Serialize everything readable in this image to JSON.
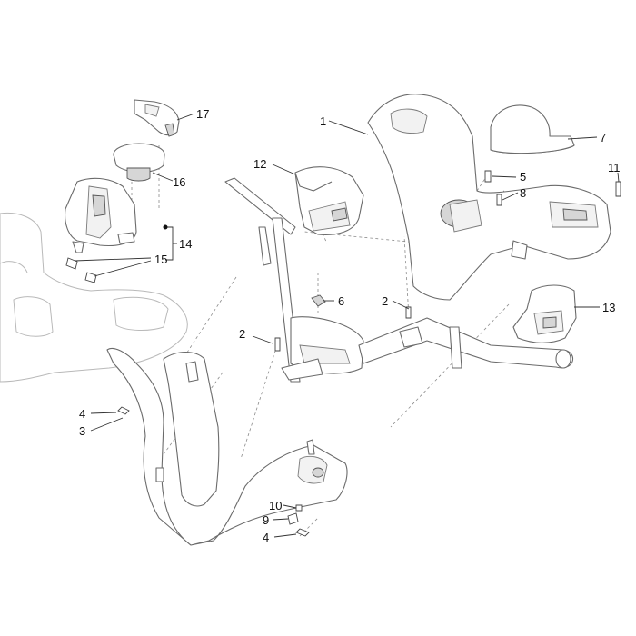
{
  "callouts": {
    "c1": "1",
    "c2a": "2",
    "c2b": "2",
    "c3": "3",
    "c4a": "4",
    "c4b": "4",
    "c5": "5",
    "c6": "6",
    "c7": "7",
    "c8": "8",
    "c9": "9",
    "c10": "10",
    "c11": "11",
    "c12": "12",
    "c13": "13",
    "c14": "14",
    "c15": "15",
    "c16": "16",
    "c17": "17"
  },
  "colors": {
    "line": "#6b6b6b",
    "background": "#ffffff",
    "text": "#111111"
  }
}
